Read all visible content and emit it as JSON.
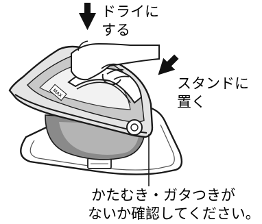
{
  "annotations": {
    "dry": [
      "ドライに",
      "する"
    ],
    "stand": [
      "スタンドに",
      "置く"
    ],
    "check": [
      "かたむき・ガタつきが",
      "ないか確認してください。"
    ]
  },
  "iron_badge": "MAX"
}
